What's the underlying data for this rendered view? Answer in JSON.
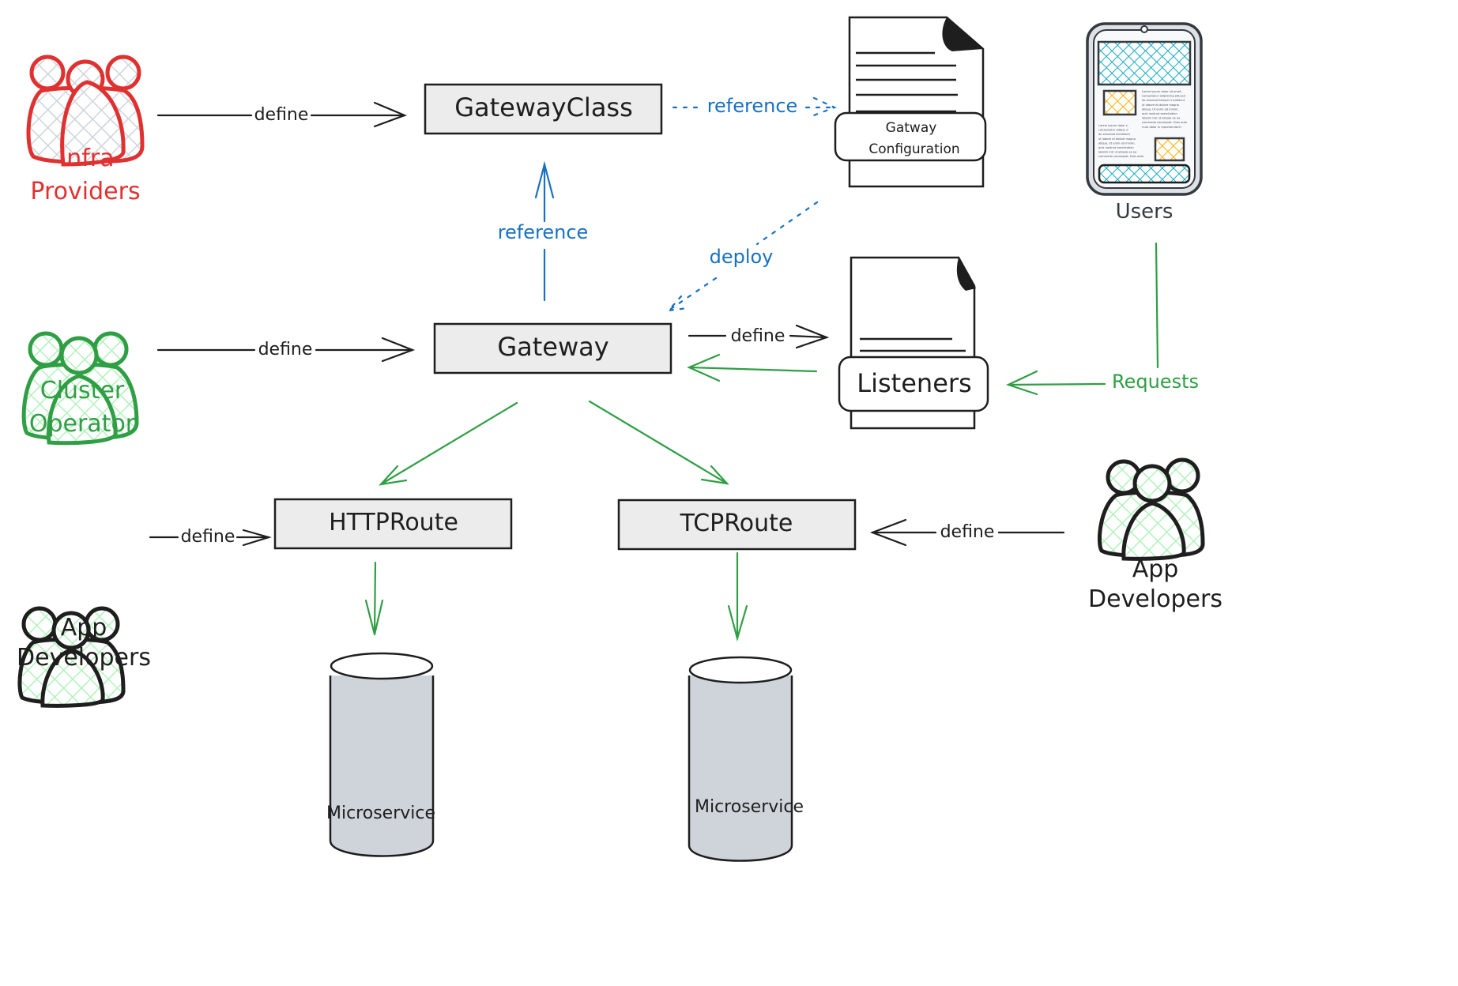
{
  "colors": {
    "infra": "#e03131",
    "operator": "#2f9e44",
    "reference": "#1971c2",
    "flow": "#2f9e44",
    "ink": "#1e1e1e",
    "box_fill": "#ececec",
    "cylinder_fill": "#ced4da",
    "hatch_gray": "#ced4da",
    "hatch_green": "#b2f2bb",
    "phone_cyan": "#15aabf",
    "phone_yellow": "#fab005"
  },
  "actors": {
    "infra_providers": {
      "line1": "Infra",
      "line2": "Providers",
      "icon": "people-group-icon"
    },
    "cluster_operator": {
      "line1": "Cluster",
      "line2": "Operator",
      "icon": "people-group-icon"
    },
    "app_developers_left": {
      "line1": "App",
      "line2": "Developers",
      "icon": "people-group-icon"
    },
    "app_developers_right": {
      "line1": "App",
      "line2": "Developers",
      "icon": "people-group-icon"
    },
    "users": {
      "label": "Users",
      "icon": "mobile-phone-icon"
    }
  },
  "resources": {
    "gateway_class": "GatewayClass",
    "gateway": "Gateway",
    "http_route": "HTTPRoute",
    "tcp_route": "TCPRoute"
  },
  "documents": {
    "gateway_configuration": {
      "line1": "Gatway",
      "line2": "Configuration",
      "icon": "document-icon"
    },
    "listeners": {
      "label": "Listeners",
      "icon": "document-icon"
    }
  },
  "services": {
    "microservice_left": "Microservice",
    "microservice_right": "Microservice"
  },
  "edges": {
    "infra_define": "define",
    "operator_define": "define",
    "appdev_left_define": "define",
    "appdev_right_define": "define",
    "gateway_listeners_define": "define",
    "gatewayclass_config_reference": "reference",
    "gateway_gatewayclass_reference": "reference",
    "config_gateway_deploy": "deploy",
    "users_requests": "Requests"
  },
  "phone": {
    "paragraph1": [
      "Lorem ipsum dolor sit amet,",
      "consectetur adipiscing elit,sed",
      "do eiusmod tempor incididunt",
      "ut labore et dolore magna",
      "aliqua. Ut enim ad minim,",
      "quis nostrud exercitation",
      "laboris nisi ut aliquip ex ea",
      "commodo consequat. Duis aute",
      "irure dolor in reprehenderit :"
    ],
    "paragraph2": [
      "Lorem ipsum dolor s,",
      "consectetur adipsc d",
      "do eiusmod incididunt",
      "ut labore et dolore magna",
      "aliqua. Ut enim ad minim,",
      "quis nostrud exercitation",
      "laboris nisi ut aliquip ex ea",
      "commodo consequat. Duis aute"
    ]
  }
}
